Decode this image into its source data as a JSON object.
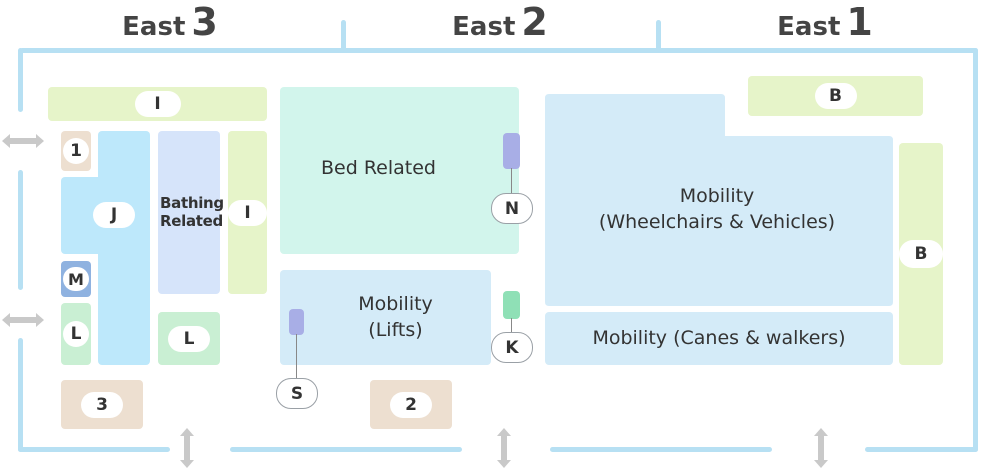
{
  "halls": [
    {
      "word": "East",
      "num": "3"
    },
    {
      "word": "East",
      "num": "2"
    },
    {
      "word": "East",
      "num": "1"
    }
  ],
  "zones": {
    "I_top": "I",
    "I_side": "I",
    "B_top": "B",
    "B_side": "B",
    "one": "1",
    "J": "J",
    "M": "M",
    "L_left": "L",
    "L_lower": "L",
    "three": "3",
    "two": "2",
    "bathing": "Bathing Related",
    "bed": "Bed Related",
    "N": "N",
    "K": "K",
    "S": "S",
    "lifts_line1": "Mobility",
    "lifts_line2": "(Lifts)",
    "wheel_line1": "Mobility",
    "wheel_line2": "(Wheelchairs & Vehicles)",
    "canes": "Mobility (Canes & walkers)"
  },
  "colors": {
    "wall": "#b7e0f3",
    "yellow_green": "#e6f4c9",
    "mint": "#d2f5ec",
    "light_blue": "#d4ebf8",
    "sky": "#bde8fb",
    "lavender_blue": "#d6e4fa",
    "green": "#c9efd3",
    "tan": "#eddfd0",
    "marker_purple": "#a8aee6",
    "marker_green": "#8fe0b6",
    "marker_M": "#8fb2e0"
  },
  "icons": [
    "double-arrow-horizontal-icon",
    "double-arrow-vertical-icon"
  ]
}
